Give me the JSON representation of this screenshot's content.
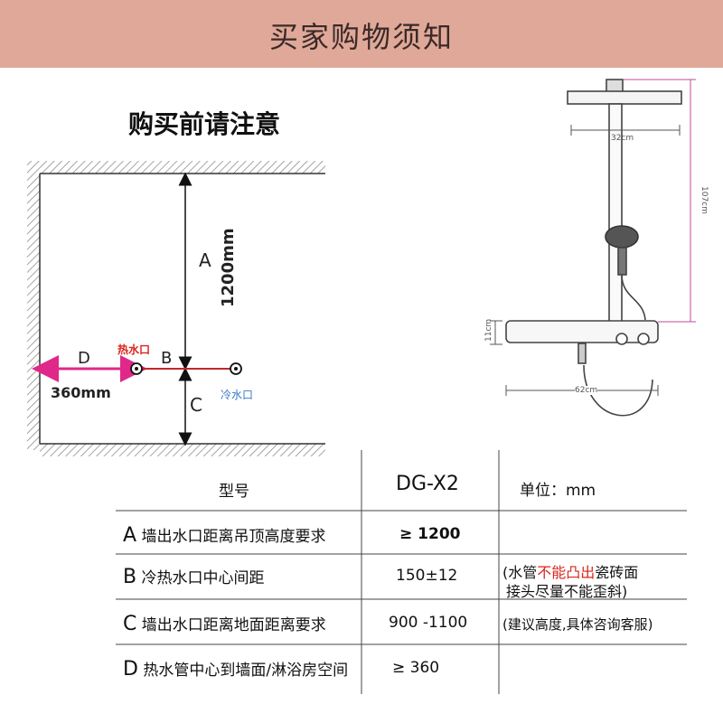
{
  "banner": {
    "title": "买家购物须知"
  },
  "heading": "购买前请注意",
  "diagram": {
    "label_a": "A",
    "label_b": "B",
    "label_c": "C",
    "label_d": "D",
    "height_value": "1200mm",
    "side_value": "360mm",
    "hot_inlet": "热水口",
    "cold_inlet": "冷水口"
  },
  "product": {
    "width_top": "32cm",
    "total_height": "107cm",
    "shelf_height": "11cm",
    "shelf_width": "62cm"
  },
  "table": {
    "header": {
      "model_label": "型号",
      "model_value": "DG-X2",
      "unit": "单位：mm"
    },
    "rows": [
      {
        "letter": "A",
        "desc": "墙出水口距离吊顶高度要求",
        "value": "≥ 1200",
        "note1": "",
        "note2": ""
      },
      {
        "letter": "B",
        "desc": "冷热水口中心间距",
        "value": "150±12",
        "note1_pre": "(水管",
        "note1_hl": "不能凸出",
        "note1_post": "瓷砖面",
        "note2": "接头尽量不能歪斜)"
      },
      {
        "letter": "C",
        "desc": "墙出水口距离地面距离要求",
        "value": "900 -1100",
        "note1": "(建议高度,具体咨询客服)",
        "note2": ""
      },
      {
        "letter": "D",
        "desc": "热水管中心到墙面/淋浴房空间",
        "value": "≥ 360",
        "note1": "",
        "note2": ""
      }
    ]
  },
  "colors": {
    "banner": "#e0a898",
    "accent_pink": "#e0288a",
    "red": "#d9251c",
    "blue": "#3a78c8"
  }
}
